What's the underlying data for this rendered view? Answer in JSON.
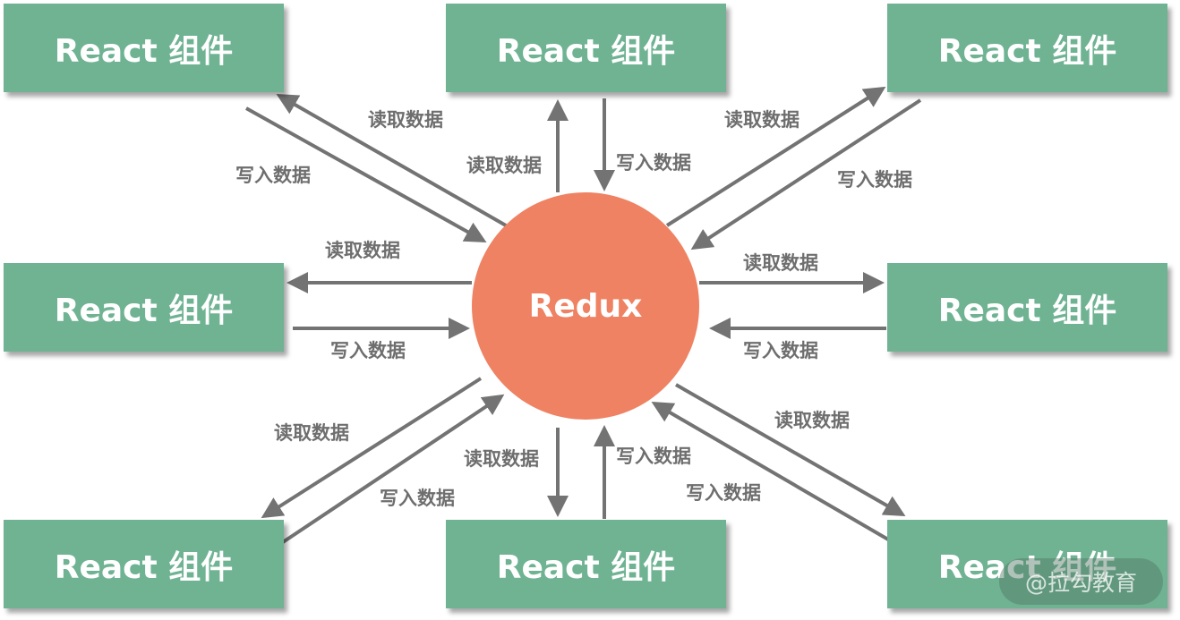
{
  "center": {
    "label": "Redux"
  },
  "components": [
    {
      "id": "top-left",
      "label": "React 组件"
    },
    {
      "id": "top-center",
      "label": "React 组件"
    },
    {
      "id": "top-right",
      "label": "React 组件"
    },
    {
      "id": "middle-left",
      "label": "React 组件"
    },
    {
      "id": "middle-right",
      "label": "React 组件"
    },
    {
      "id": "bottom-left",
      "label": "React 组件"
    },
    {
      "id": "bottom-center",
      "label": "React 组件"
    },
    {
      "id": "bottom-right",
      "label": "React 组件"
    }
  ],
  "edge_labels": {
    "read": "读取数据",
    "write": "写入数据"
  },
  "watermark": "@拉勾教育",
  "colors": {
    "component": "#6fb393",
    "store": "#ef8262",
    "arrow": "#737373",
    "label": "#6e6e6e"
  }
}
